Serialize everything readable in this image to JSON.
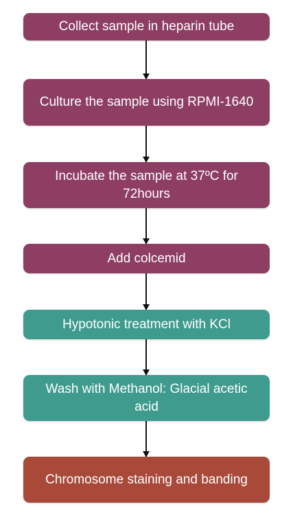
{
  "flowchart": {
    "steps": [
      {
        "label": "Collect sample in heparin tube",
        "color": "#8e3d63"
      },
      {
        "label": "Culture the sample using RPMI-1640",
        "color": "#8e3d63"
      },
      {
        "label": "Incubate the sample at 37ºC for 72hours",
        "color": "#8e3d63"
      },
      {
        "label": "Add colcemid",
        "color": "#8e3d63"
      },
      {
        "label": "Hypotonic treatment with KCl",
        "color": "#3f9b8d"
      },
      {
        "label": "Wash with Methanol: Glacial acetic acid",
        "color": "#3f9b8d"
      },
      {
        "label": "Chromosome staining and banding",
        "color": "#a8493a"
      }
    ]
  }
}
